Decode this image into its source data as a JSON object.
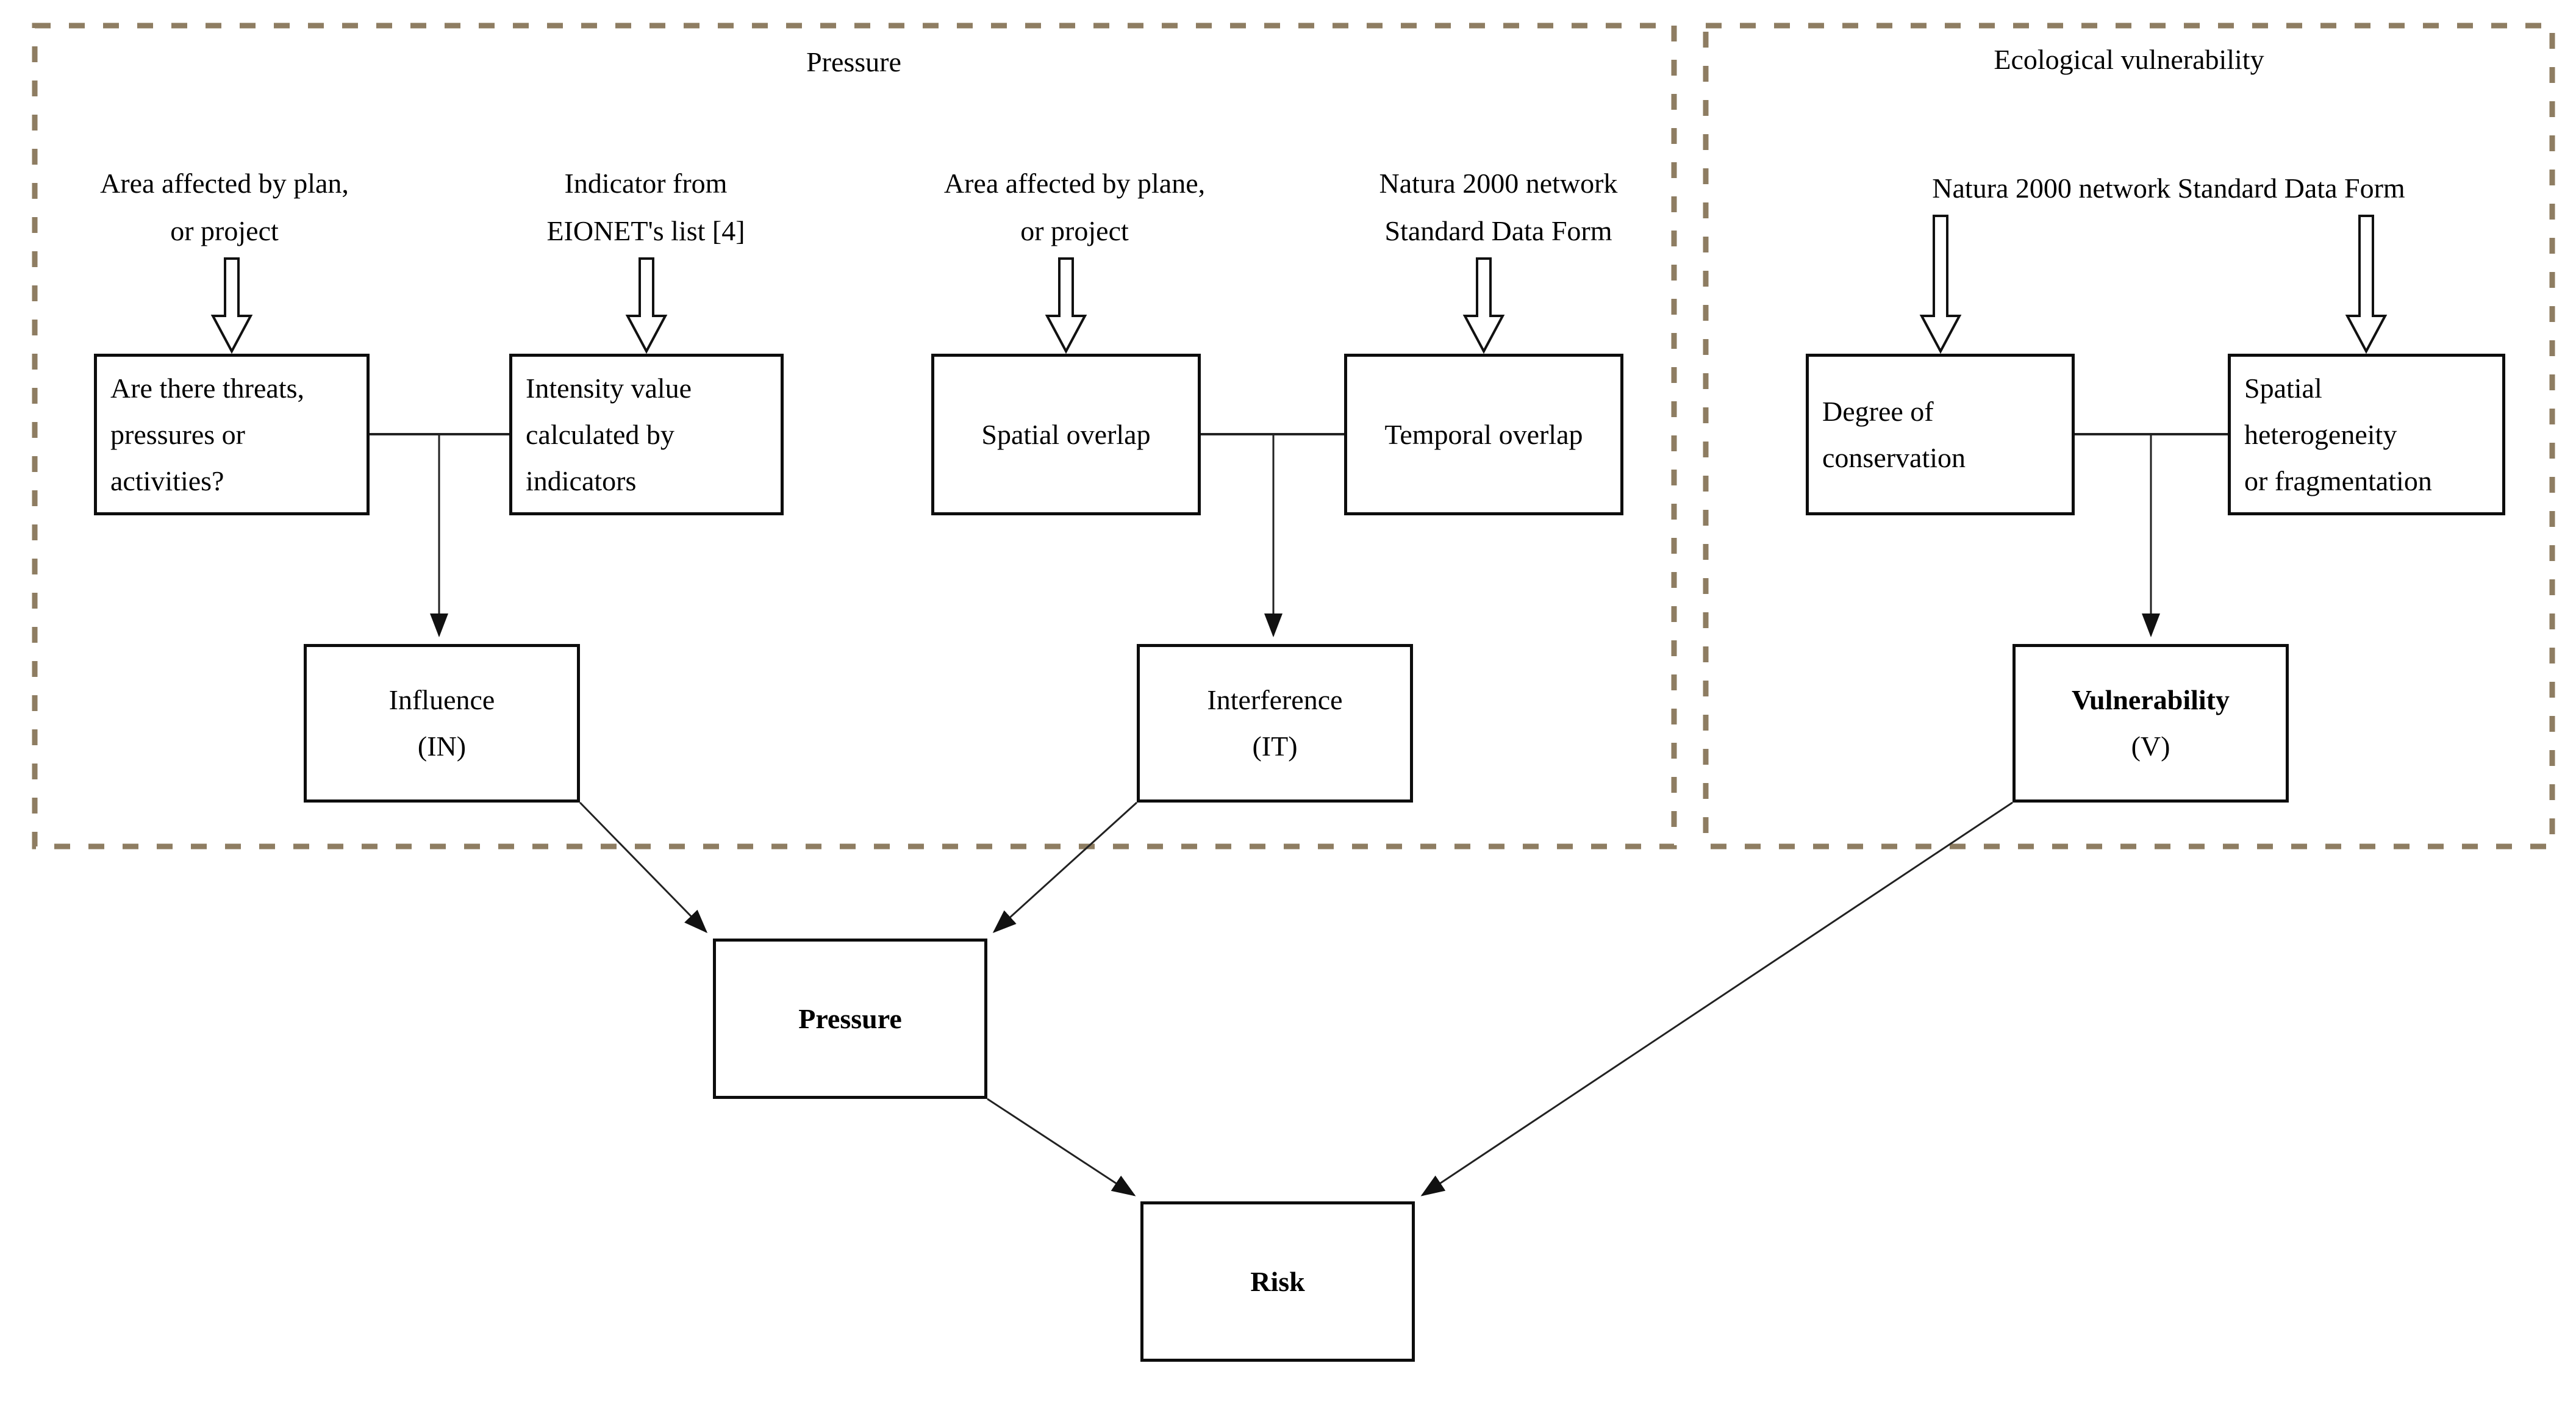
{
  "diagram": {
    "panels": {
      "pressure": {
        "title": "Pressure"
      },
      "ecological": {
        "title": "Ecological vulnerability"
      }
    },
    "source_labels": {
      "area_plan": "Area affected by  plan,\nor project",
      "indicator_eionet": "Indicator from\nEIONET's list [4]",
      "area_plane": "Area affected by  plane,\nor project",
      "natura_left": "Natura 2000 network\nStandard Data Form",
      "natura_right": "Natura 2000 network Standard Data Form"
    },
    "boxes": {
      "threats": "Are there threats,\npressures or\nactivities?",
      "intensity": "Intensity value\ncalculated by\nindicators",
      "spatial_overlap": "Spatial overlap",
      "temporal_overlap": "Temporal overlap",
      "degree_conservation": "Degree of\nconservation",
      "spatial_heterogeneity": "Spatial\nheterogeneity\nor fragmentation",
      "influence": "Influence\n(IN)",
      "interference": "Interference\n(IT)",
      "vulnerability_title": "Vulnerability",
      "vulnerability_sub": "(V)",
      "pressure_node": "Pressure",
      "risk_node": "Risk"
    },
    "colors": {
      "dashed_border": "#8e7d62",
      "box_border": "#0d0d0d",
      "connector": "#222222",
      "background": "#ffffff",
      "text": "#000000"
    }
  }
}
